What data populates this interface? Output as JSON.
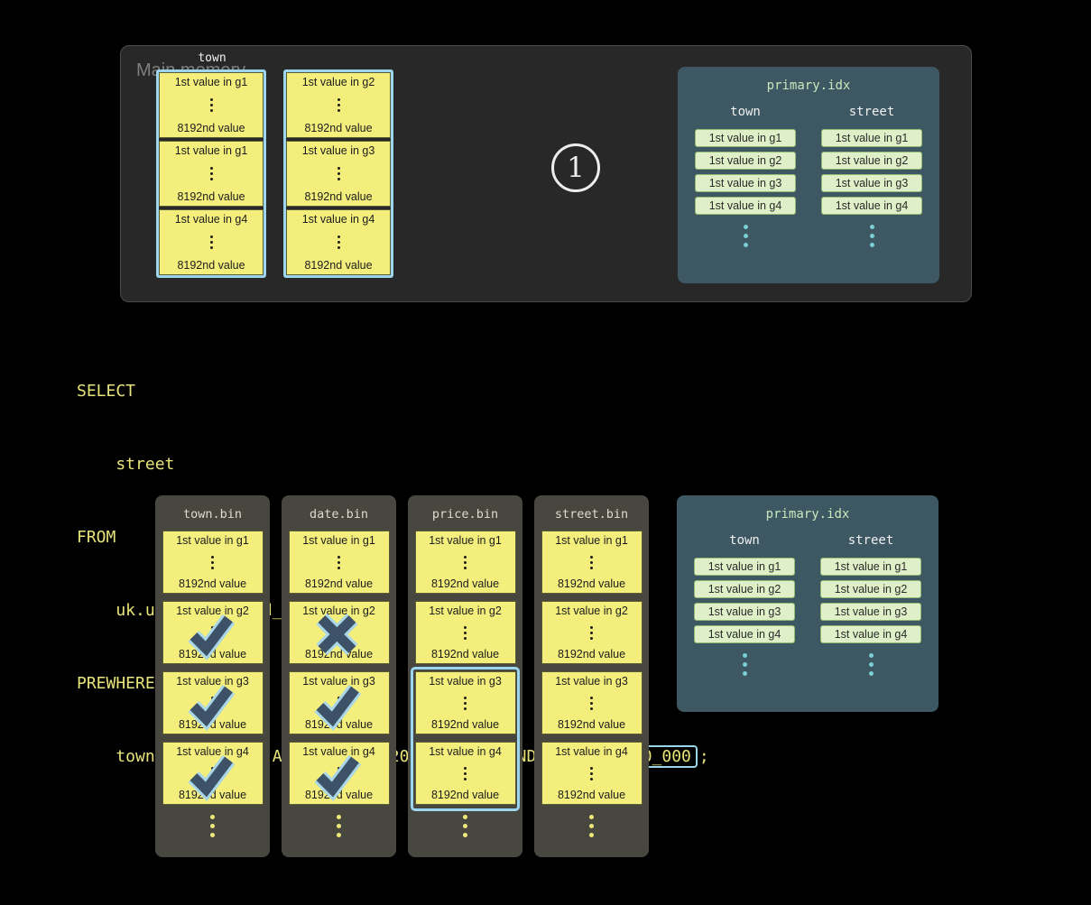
{
  "labels": {
    "block_bottom": "8192nd value"
  },
  "main_memory": {
    "title": "Main memory",
    "column_label": "town",
    "step": "1",
    "stacks": [
      {
        "values": [
          "1st value in g1",
          "1st value in g1",
          "1st value in g4"
        ]
      },
      {
        "values": [
          "1st value in g2",
          "1st value in g3",
          "1st value in g4"
        ]
      }
    ]
  },
  "primary_idx": {
    "title": "primary.idx",
    "columns": [
      {
        "header": "town",
        "values": [
          "1st value in g1",
          "1st value in g2",
          "1st value in g3",
          "1st value in g4"
        ]
      },
      {
        "header": "street",
        "values": [
          "1st value in g1",
          "1st value in g2",
          "1st value in g3",
          "1st value in g4"
        ]
      }
    ]
  },
  "query": {
    "lines": [
      "SELECT",
      "    street",
      "FROM",
      "    uk.uk_price_paid_simple",
      "PREWHERE"
    ],
    "where_prefix": "    town = 'LONDON' AND date > '2024-12-31' AND ",
    "highlighted": "price < 10_000",
    "where_suffix": ";"
  },
  "bins": [
    {
      "title": "town.bin",
      "granules": [
        "1st value in g1",
        "1st value in g2",
        "1st value in g3",
        "1st value in g4"
      ],
      "marks": [
        "none",
        "check",
        "check",
        "check"
      ]
    },
    {
      "title": "date.bin",
      "granules": [
        "1st value in g1",
        "1st value in g2",
        "1st value in g3",
        "1st value in g4"
      ],
      "marks": [
        "none",
        "cross",
        "check",
        "check"
      ]
    },
    {
      "title": "price.bin",
      "granules": [
        "1st value in g1",
        "1st value in g2",
        "1st value in g3",
        "1st value in g4"
      ],
      "marks": [
        "none",
        "none",
        "none",
        "none"
      ],
      "highlighted_granules": "g3-g4"
    },
    {
      "title": "street.bin",
      "granules": [
        "1st value in g1",
        "1st value in g2",
        "1st value in g3",
        "1st value in g4"
      ],
      "marks": [
        "none",
        "none",
        "none",
        "none"
      ]
    }
  ],
  "colors": {
    "background": "#000000",
    "memory_panel": "#282828",
    "granule_fill": "#f4ef7d",
    "stack_outline": "#9bd6ee",
    "index_panel": "#3d5862",
    "index_pill": "#dff0c8",
    "index_dots": "#79cfd4",
    "query_text": "#e8e47a",
    "mark_fill": "#3d5266",
    "mark_outline": "#a9d6e8"
  }
}
